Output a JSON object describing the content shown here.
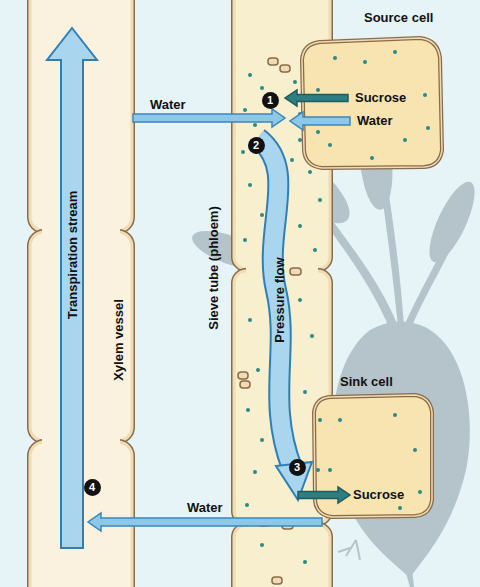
{
  "diagram": {
    "nodes": [
      {
        "text": [
          "Source cell"
        ]
      },
      {
        "text": [
          "Xylem vessel"
        ]
      },
      {
        "text": [
          "Sieve tube (phloem)"
        ]
      },
      {
        "text": [
          "Sink cell"
        ]
      }
    ],
    "edges": [
      {
        "from": 1,
        "to": 2,
        "arrow": "to",
        "label": "Water"
      },
      {
        "from": 0,
        "to": 2,
        "arrow": "to",
        "label": "Sucrose"
      },
      {
        "from": 0,
        "to": 2,
        "arrow": "to",
        "label": "Water"
      },
      {
        "from": 2,
        "to": 3,
        "arrow": "to",
        "label": "Sucrose"
      },
      {
        "from": 2,
        "to": 1,
        "arrow": "to",
        "label": "Water"
      }
    ],
    "labels": [
      "1",
      "2",
      "3",
      "4",
      "Transpiration stream",
      "Pressure flow"
    ]
  }
}
